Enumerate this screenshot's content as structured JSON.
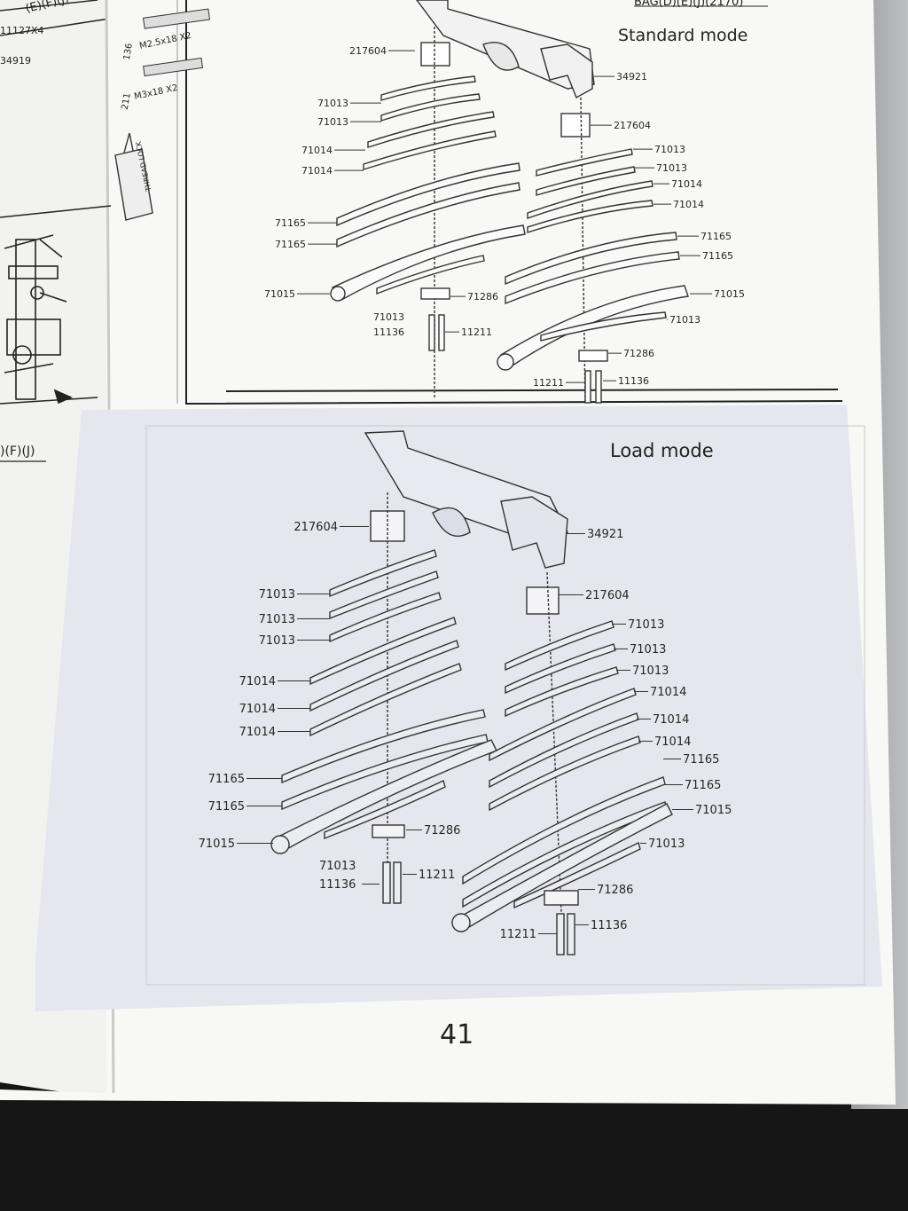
{
  "left_page": {
    "bag_label_top": "(E)(F)(J)",
    "bag_label_mid": ")(F)(J)",
    "part_11127": "11127X4",
    "part_34919": "34919",
    "screw_a_code": "136",
    "screw_a_size": "M2.5x18 X2",
    "screw_b_code": "211",
    "screw_b_size": "M3x18 X2",
    "thread_lock_label": "THREAD LOCK"
  },
  "header": {
    "bag_code": "BAG(D)(E)(J)(2170)"
  },
  "standard": {
    "title": "Standard mode",
    "left": [
      "217604",
      "71013",
      "71013",
      "71014",
      "71014",
      "71165",
      "71165",
      "71015",
      "71013",
      "11136",
      "11211",
      "71286"
    ],
    "right": [
      "34921",
      "217604",
      "71013",
      "71013",
      "71014",
      "71014",
      "71165",
      "71165",
      "71015",
      "71013",
      "71286",
      "11211",
      "11136"
    ]
  },
  "load": {
    "title": "Load mode",
    "left": [
      "217604",
      "71013",
      "71013",
      "71013",
      "71014",
      "71014",
      "71014",
      "71165",
      "71165",
      "71015",
      "71013",
      "11136",
      "11211",
      "71286"
    ],
    "right": [
      "34921",
      "217604",
      "71013",
      "71013",
      "71013",
      "71014",
      "71014",
      "71014",
      "71165",
      "71165",
      "71015",
      "71013",
      "71286",
      "11211",
      "11136"
    ]
  },
  "footer": {
    "page_number": "41"
  },
  "colors": {
    "page": "#fbfbf9",
    "insert": "#e7e8ef",
    "ink": "#2a2a2a",
    "backdrop": "#141414"
  }
}
